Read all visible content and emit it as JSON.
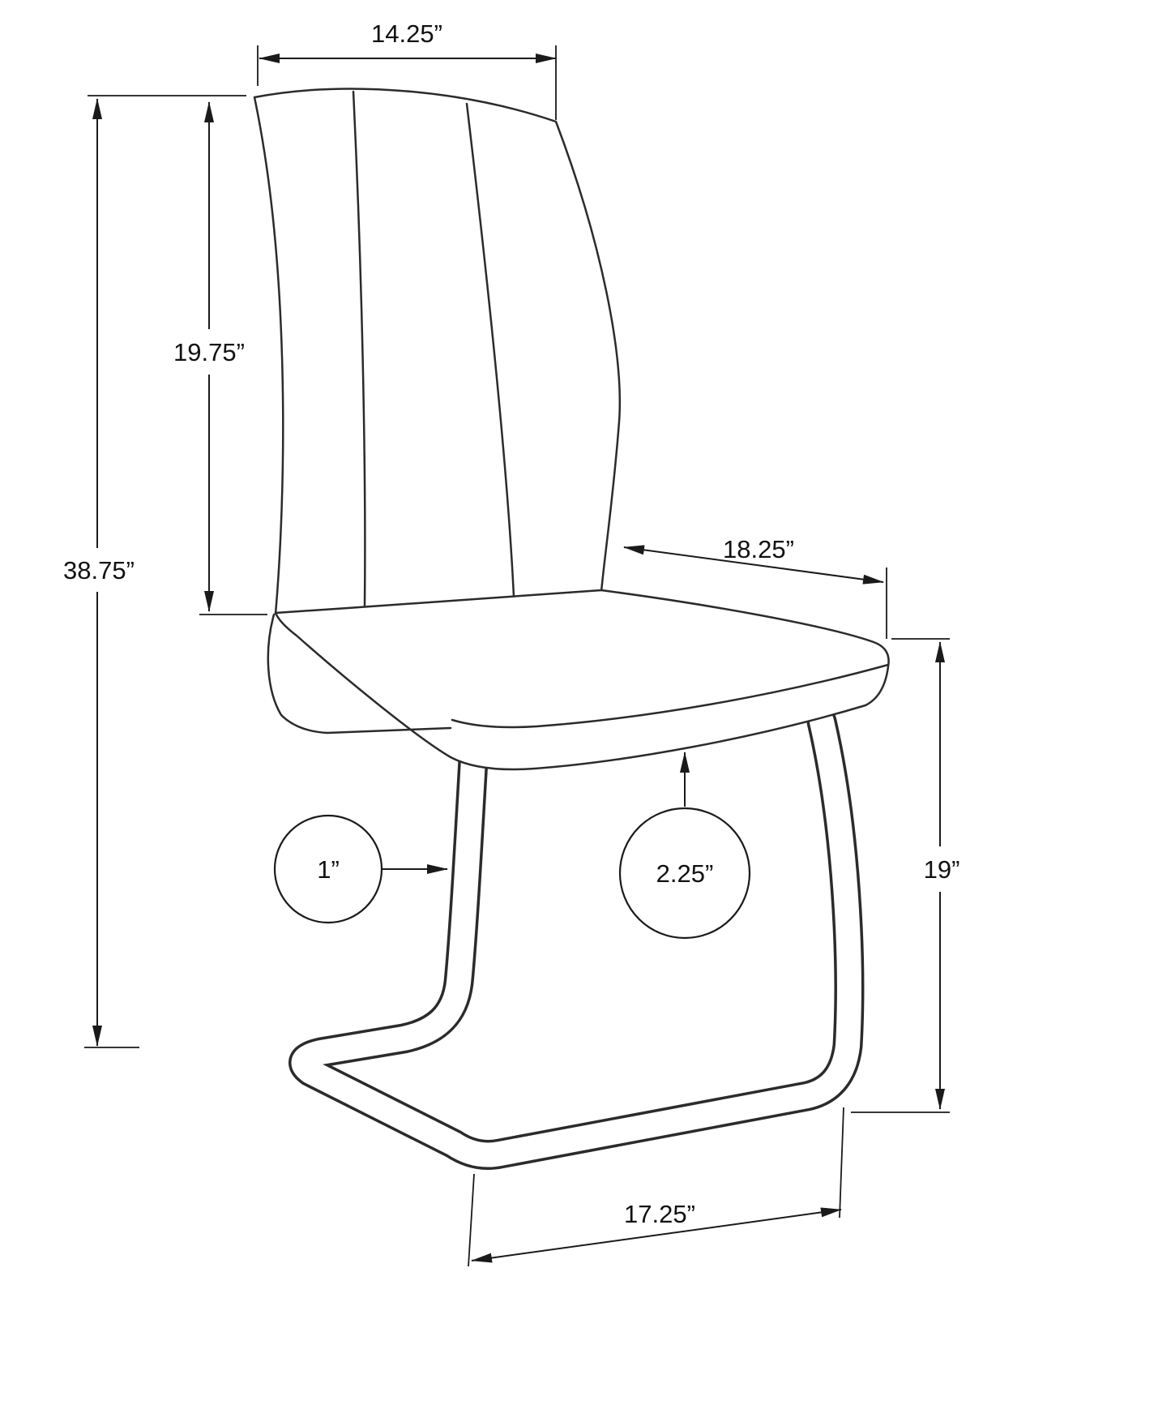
{
  "dimensions": {
    "backrest_width": "14.25”",
    "backrest_height": "19.75”",
    "overall_height": "38.75”",
    "seat_depth": "18.25”",
    "seat_height": "19”",
    "tube_diameter": "1”",
    "seat_thickness": "2.25”",
    "base_depth": "17.25”"
  }
}
